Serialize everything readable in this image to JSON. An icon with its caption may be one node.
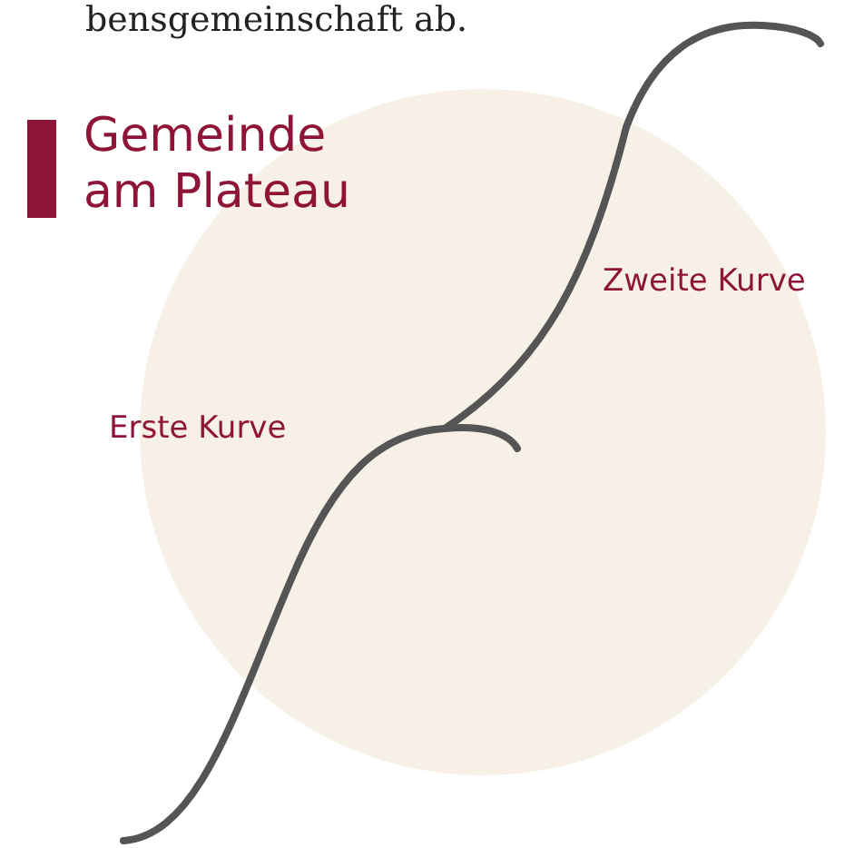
{
  "diagram": {
    "title": "Gemeinde am Plateau",
    "labels": [
      "bensgemeinschaft ab.",
      "Zweite Kurve",
      "Erste Kurve"
    ]
  }
}
